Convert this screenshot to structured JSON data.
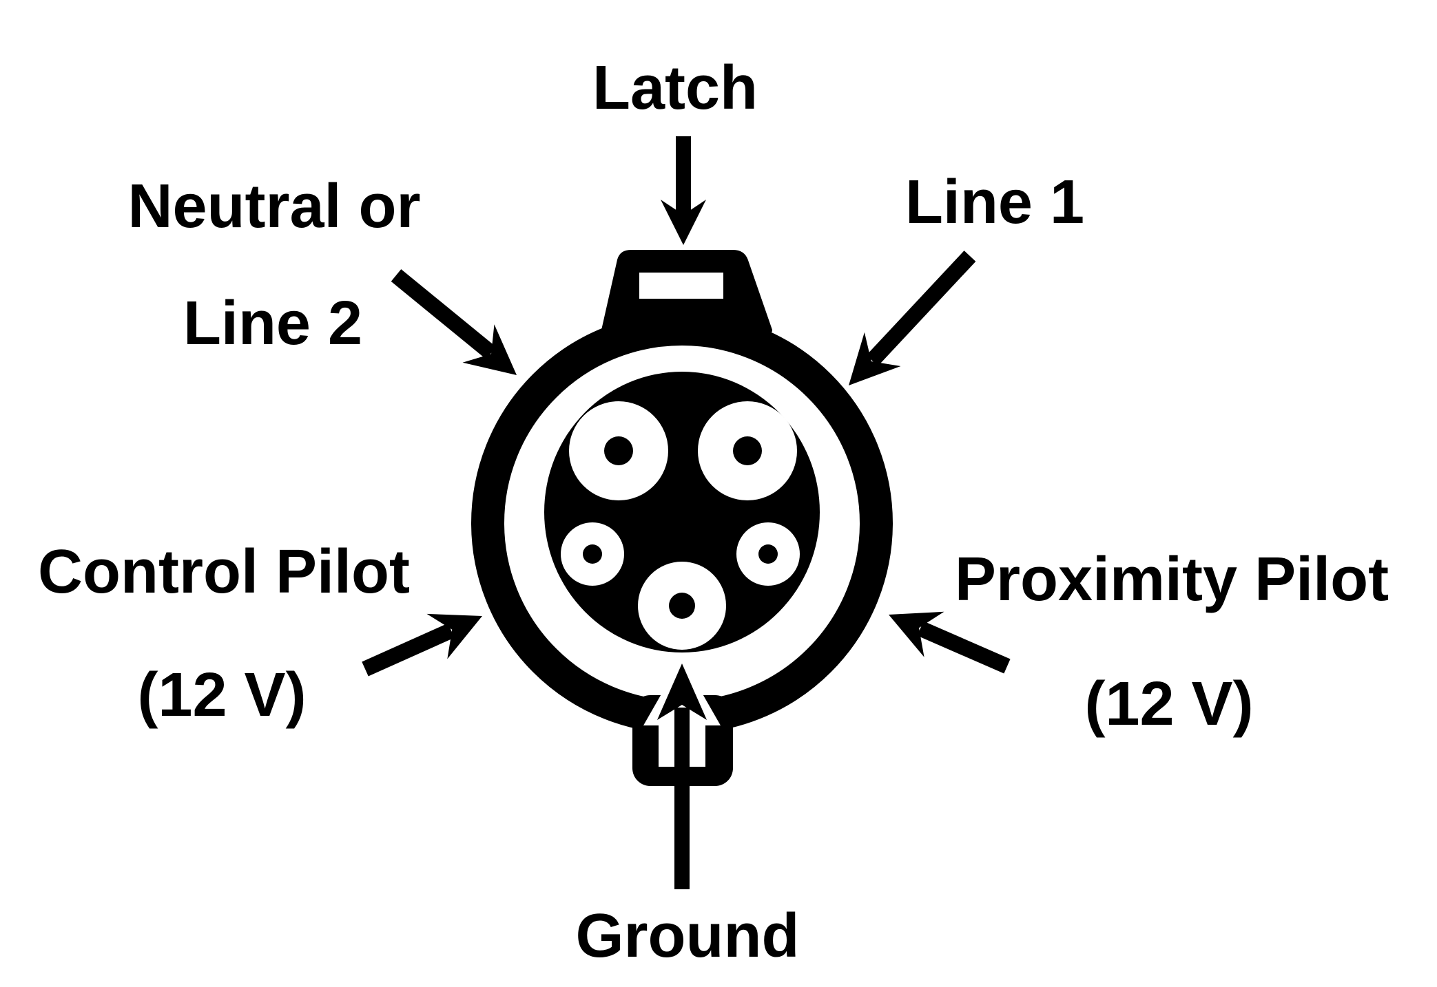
{
  "colors": {
    "ink": "#000000",
    "paper": "#ffffff"
  },
  "labels": {
    "latch": "Latch",
    "neutral_line1": "Neutral or",
    "neutral_line2": "Line 2",
    "line1": "Line 1",
    "control_pilot_line1": "Control Pilot",
    "control_pilot_line2": "(12 V)",
    "proximity_pilot_line1": "Proximity Pilot",
    "proximity_pilot_line2": "(12 V)",
    "ground": "Ground"
  },
  "icons": {
    "arrows": [
      "latch-arrow",
      "neutral-line2-arrow",
      "line1-arrow",
      "control-pilot-arrow",
      "proximity-pilot-arrow",
      "ground-arrow"
    ],
    "connector_parts": [
      "connector-ring",
      "latch-tab",
      "latch-window",
      "bottom-tab",
      "ground-notch",
      "neutral-or-line2-pin",
      "line1-pin",
      "control-pilot-pin",
      "proximity-pilot-pin",
      "ground-pin"
    ]
  }
}
